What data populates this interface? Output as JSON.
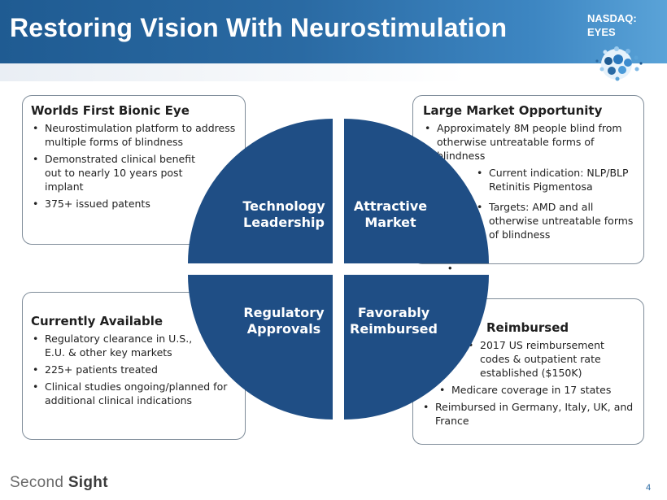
{
  "header": {
    "title": "Restoring Vision With Neurostimulation",
    "ticker_line1": "NASDAQ:",
    "ticker_line2": "EYES"
  },
  "boxes": {
    "top_left": {
      "heading": "Worlds First Bionic Eye",
      "items": [
        "Neurostimulation platform to address multiple forms of blindness",
        "Demonstrated clinical benefit out to nearly 10 years post implant",
        "375+ issued patents"
      ]
    },
    "top_right": {
      "heading": "Large Market Opportunity",
      "items": [
        "Approximately 8M people blind from otherwise untreatable forms of blindness",
        "Current indication: NLP/BLP Retinitis Pigmentosa",
        "Targets:  AMD and all otherwise untreatable forms of blindness"
      ]
    },
    "bottom_left": {
      "heading": "Currently Available",
      "items": [
        "Regulatory clearance in U.S., E.U. & other key markets",
        "225+ patients treated",
        "Clinical studies ongoing/planned for additional clinical indications"
      ]
    },
    "bottom_right": {
      "heading": "Reimbursed",
      "items": [
        "2017 US reimbursement codes & outpatient rate established ($150K)",
        "Medicare coverage in 17 states",
        "Reimbursed in Germany, Italy, UK, and France"
      ]
    }
  },
  "wheel": {
    "color": "#1f4e85",
    "q1_line1": "Technology",
    "q1_line2": "Leadership",
    "q2_line1": "Attractive",
    "q2_line2": "Market",
    "q3_line1": "Regulatory",
    "q3_line2": "Approvals",
    "q4_line1": "Favorably",
    "q4_line2": "Reimbursed"
  },
  "footer": {
    "logo_part1": "Second ",
    "logo_part2": "Sight",
    "page_number": "4"
  },
  "colors": {
    "header_blue": "#1f5b92",
    "accent_light_blue": "#5aa3d8",
    "box_border": "#7f8c99"
  }
}
